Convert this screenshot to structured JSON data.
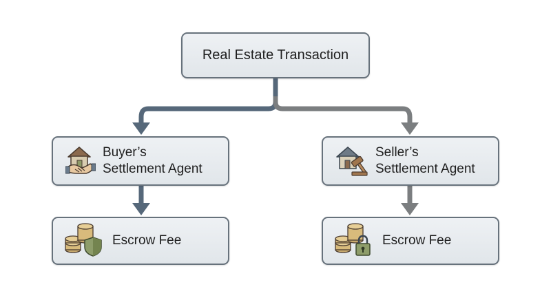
{
  "root": {
    "label": "Real Estate Transaction"
  },
  "buyer": {
    "agent_line1": "Buyer’s",
    "agent_line2": "Settlement Agent",
    "fee_label": "Escrow Fee"
  },
  "seller": {
    "agent_line1": "Seller’s",
    "agent_line2": "Settlement Agent",
    "fee_label": "Escrow Fee"
  },
  "icons": {
    "buyer_agent": "house-handshake-icon",
    "seller_agent": "house-gavel-icon",
    "buyer_fee": "coins-shield-icon",
    "seller_fee": "coins-lock-icon"
  },
  "colors": {
    "buyer_arrow": "#5a6a7a",
    "seller_arrow": "#7b7e80",
    "box_border": "#67727c",
    "box_fill": "#e6eaee"
  }
}
